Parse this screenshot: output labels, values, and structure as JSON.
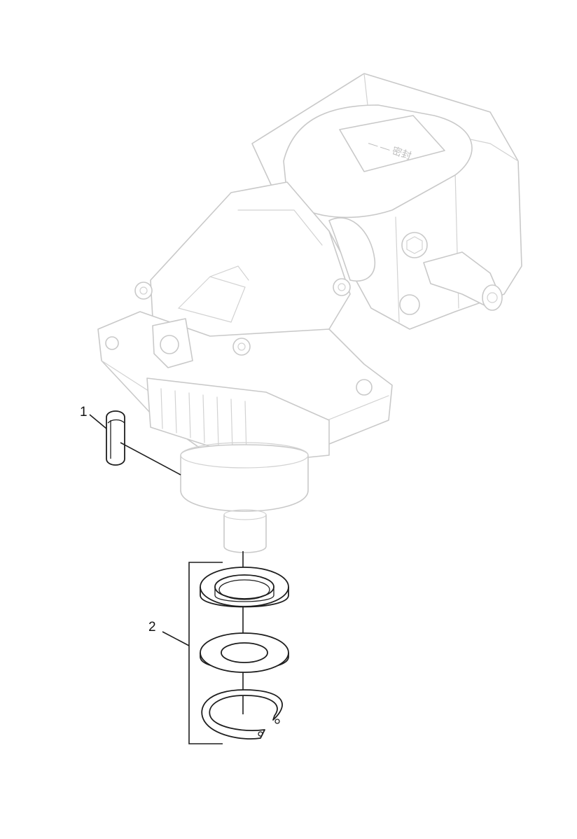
{
  "callouts": [
    {
      "label": "1"
    },
    {
      "label": "2"
    }
  ],
  "housing_plate_text": "— — 密封"
}
